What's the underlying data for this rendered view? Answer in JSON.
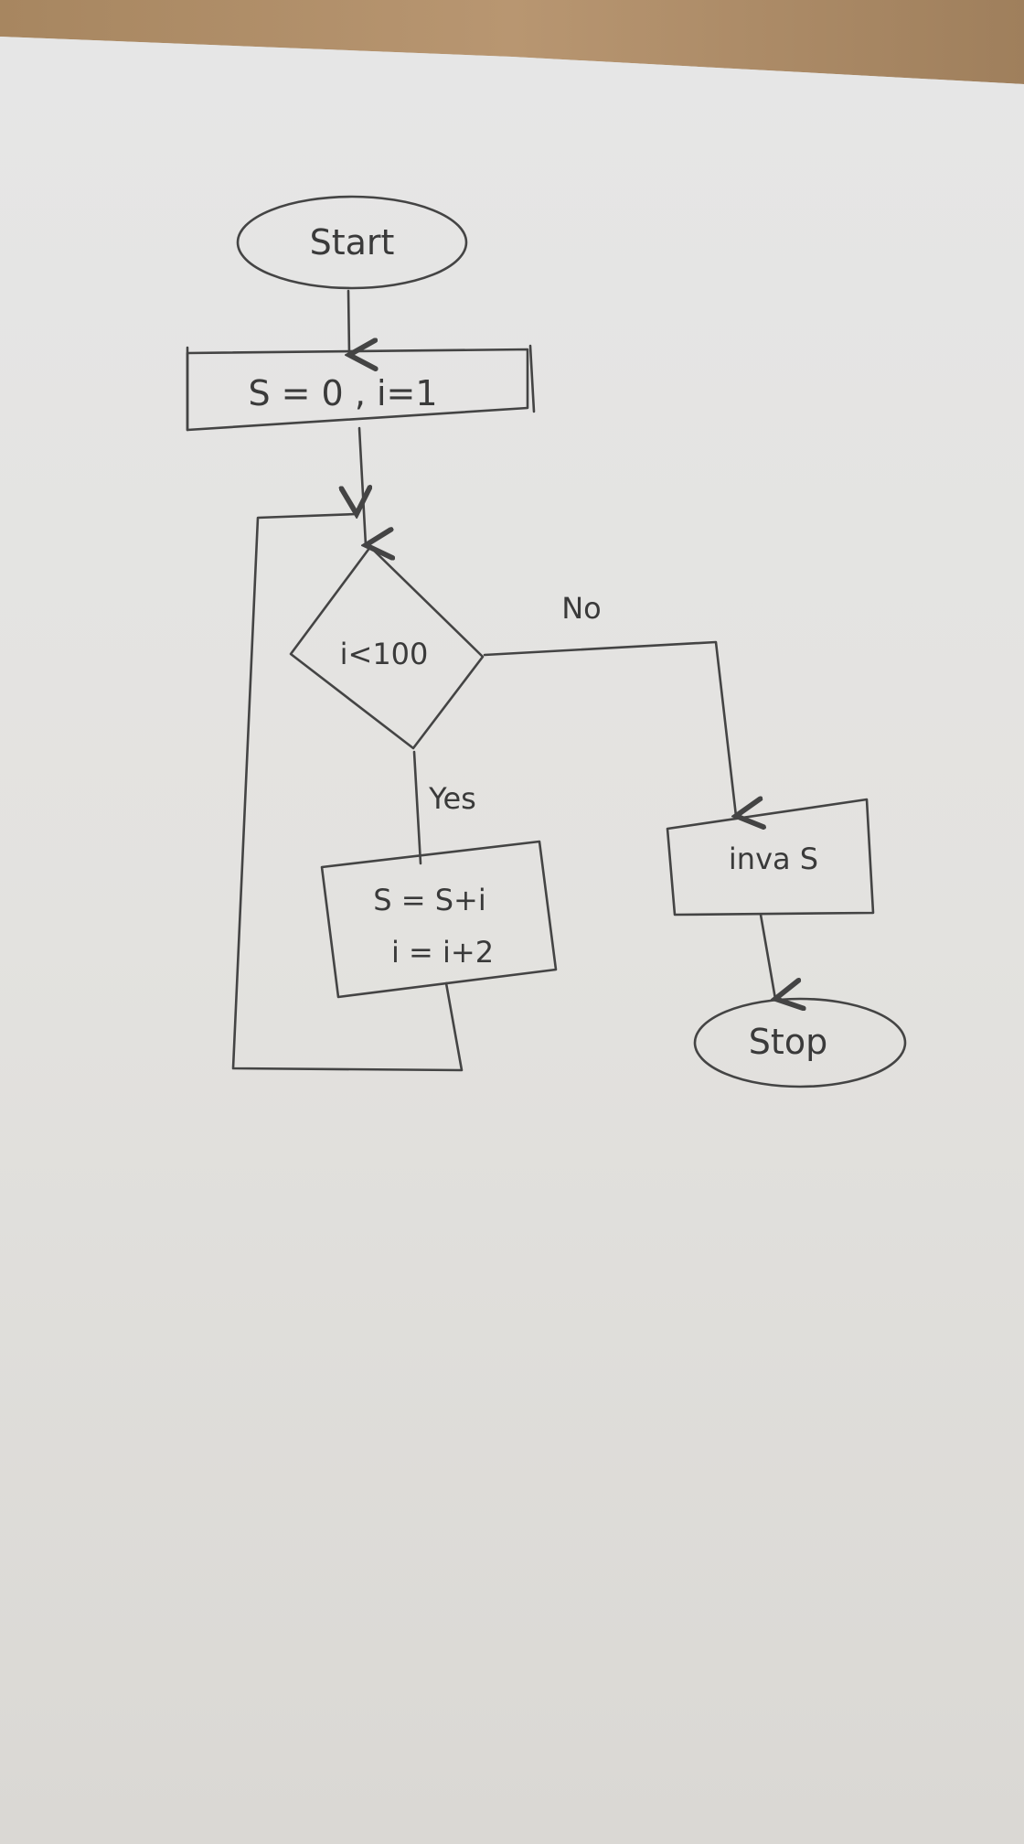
{
  "colors": {
    "paper": "#e4e3e0",
    "table": "#b08e68",
    "ink": "#3a3a3a"
  },
  "flowchart": {
    "nodes": {
      "start": {
        "shape": "terminator",
        "label": "Start"
      },
      "init": {
        "shape": "process",
        "label": "S = 0  ,  i=1"
      },
      "decision": {
        "shape": "decision",
        "label": "i<100"
      },
      "body": {
        "shape": "process",
        "lines": [
          "S = S+i",
          "i = i+2"
        ]
      },
      "output": {
        "shape": "io",
        "label": "inva S"
      },
      "stop": {
        "shape": "terminator",
        "label": "Stop"
      }
    },
    "edges": {
      "yes_label": "Yes",
      "no_label": "No"
    }
  }
}
